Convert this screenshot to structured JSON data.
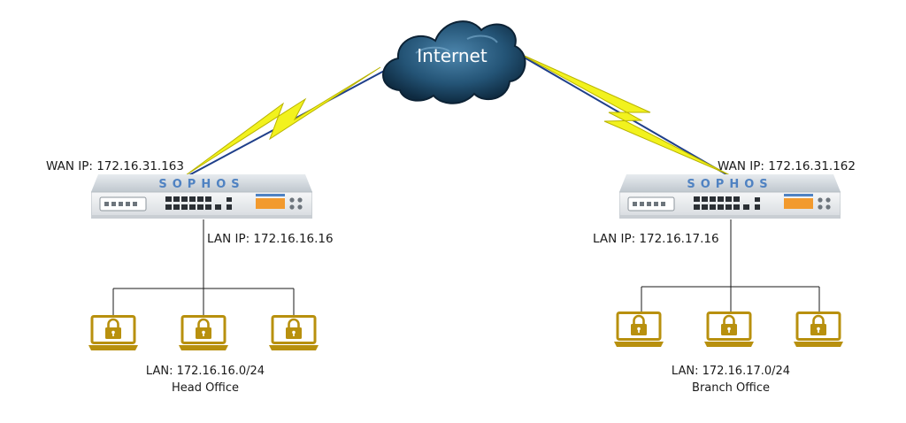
{
  "colors": {
    "laptop": "#b8900e",
    "lightning": "#f2f21e",
    "cloud": "#1e4a6a",
    "line": "#1f3f8a",
    "appliance_accent": "#f29a2e"
  },
  "cloud": {
    "label": "Internet",
    "icon": "cloud-icon"
  },
  "head_office": {
    "appliance": {
      "brand": "SOPHOS",
      "icon": "firewall-appliance-icon"
    },
    "wan_ip": "WAN IP: 172.16.31.163",
    "lan_ip": "LAN IP: 172.16.16.16",
    "lan": "LAN: 172.16.16.0/24",
    "name": "Head Office",
    "clients": [
      {
        "icon": "laptop-lock-icon"
      },
      {
        "icon": "laptop-lock-icon"
      },
      {
        "icon": "laptop-lock-icon"
      }
    ]
  },
  "branch_office": {
    "appliance": {
      "brand": "SOPHOS",
      "icon": "firewall-appliance-icon"
    },
    "wan_ip": "WAN IP: 172.16.31.162",
    "lan_ip": "LAN IP: 172.16.17.16",
    "lan": "LAN: 172.16.17.0/24",
    "name": "Branch Office",
    "clients": [
      {
        "icon": "laptop-lock-icon"
      },
      {
        "icon": "laptop-lock-icon"
      },
      {
        "icon": "laptop-lock-icon"
      }
    ]
  }
}
